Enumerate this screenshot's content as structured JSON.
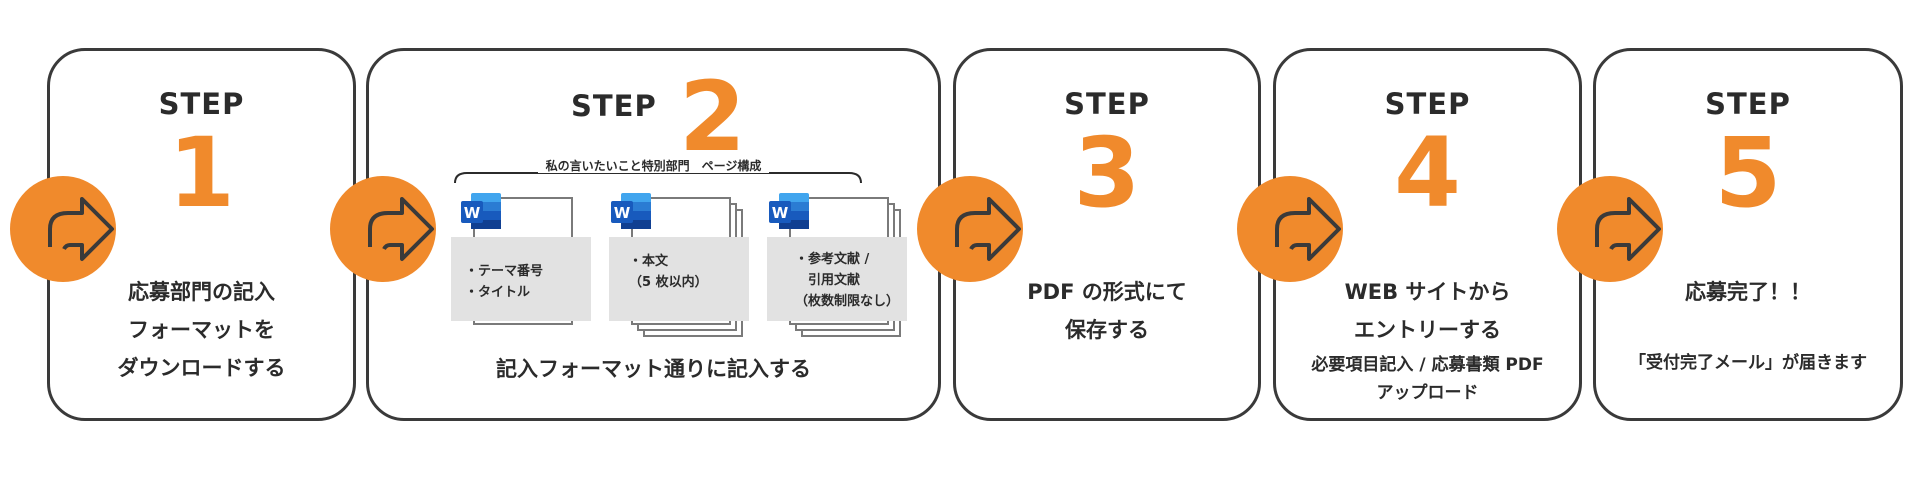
{
  "colors": {
    "accent": "#f08a2c",
    "border": "#3a3a3a",
    "text": "#2b2b2b",
    "panel": "#e2e2e2",
    "word_blue": "#2b579a"
  },
  "icons": {
    "arrow": "arrow-right-circle-icon",
    "word": "word-doc-icon"
  },
  "steps": [
    {
      "label": "STEP",
      "number": "1",
      "lines": [
        "応募部門の記入",
        "フォーマットを",
        "ダウンロードする"
      ]
    },
    {
      "label": "STEP",
      "number": "2",
      "brace_title": "私の言いたいこと特別部門　ページ構成",
      "docs": [
        {
          "lines": [
            "・テーマ番号",
            "・タイトル"
          ]
        },
        {
          "lines": [
            "・本文",
            "（5 枚以内）"
          ]
        },
        {
          "lines": [
            "・参考文献 /",
            "　引用文献",
            "（枚数制限なし）"
          ]
        }
      ],
      "description": "記入フォーマット通りに記入する"
    },
    {
      "label": "STEP",
      "number": "3",
      "lines": [
        "PDF の形式にて",
        "保存する"
      ]
    },
    {
      "label": "STEP",
      "number": "4",
      "lines": [
        "WEB サイトから",
        "エントリーする"
      ],
      "sub_lines": [
        "必要項目記入 / 応募書類 PDF",
        "アップロード"
      ]
    },
    {
      "label": "STEP",
      "number": "5",
      "lines": [
        "応募完了！！"
      ],
      "sub_lines": [
        "「受付完了メール」が届きます"
      ]
    }
  ]
}
